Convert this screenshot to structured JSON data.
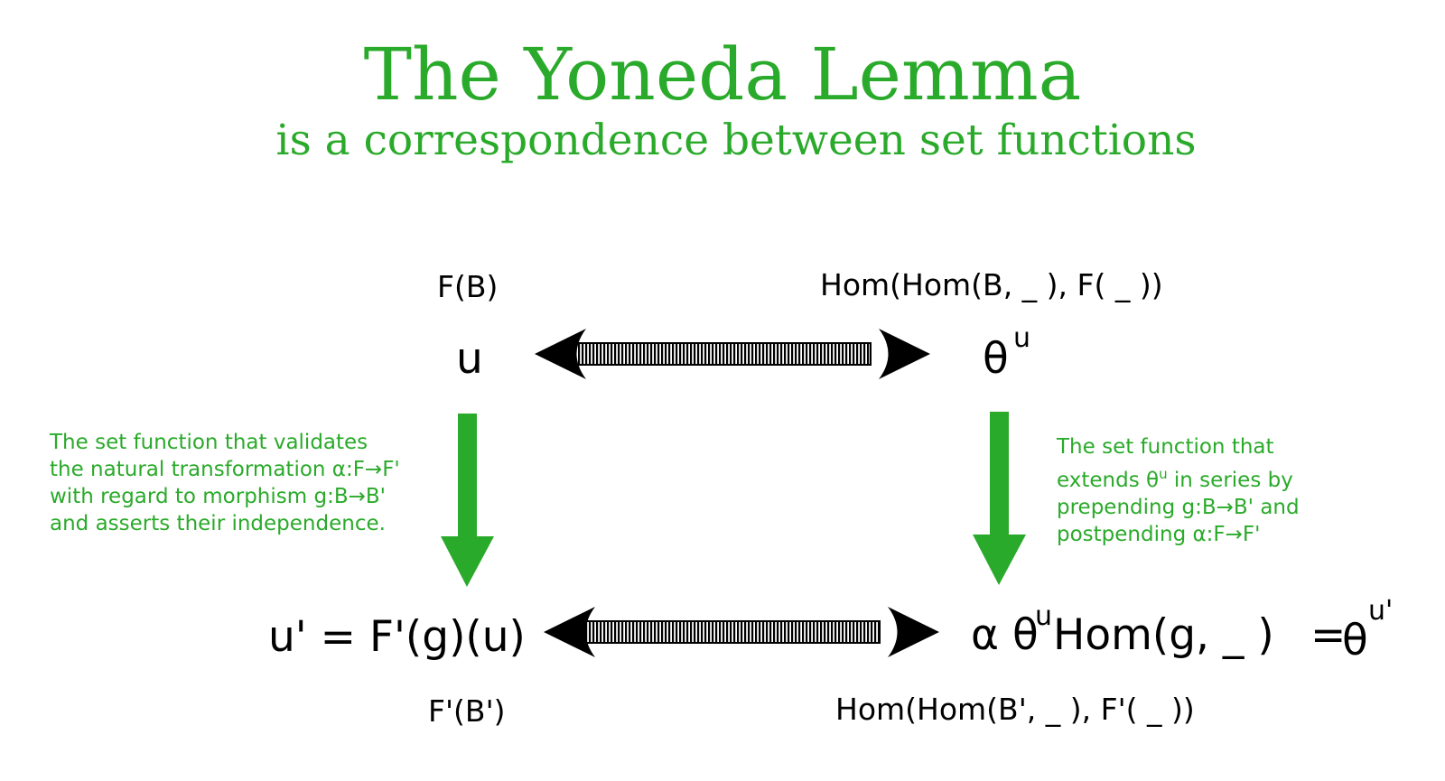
{
  "title": "The Yoneda Lemma",
  "subtitle": "is a correspondence between set functions",
  "colors": {
    "accent": "#2aaa2a",
    "text": "#000000"
  },
  "top_left": {
    "set_label": "F(B)",
    "element": "u"
  },
  "top_right": {
    "set_label": "Hom(Hom(B, _ ), F( _ ))",
    "element_base": "θ",
    "element_sup": "u"
  },
  "bottom_left": {
    "element": "u' = F'(g)(u)",
    "set_label": "F'(B')"
  },
  "bottom_right": {
    "alpha": "α",
    "theta": "θ",
    "theta_sup": "u",
    "hom": "Hom(g, _ )",
    "equals": "=",
    "result_base": "θ",
    "result_sup": "u'",
    "set_label": "Hom(Hom(B', _ ), F'( _ ))"
  },
  "left_note": {
    "lines": [
      "The set function that validates",
      "the natural transformation α:F→F'",
      "with regard to morphism g:B→B'",
      "and asserts their independence."
    ]
  },
  "right_note": {
    "line1": "The set function that",
    "line2_before": "extends θ",
    "line2_sup": "u",
    "line2_after": " in series by",
    "line3": "prepending g:B→B' and",
    "line4": "postpending α:F→F'"
  },
  "icons": [
    "double-headed-arrow-icon",
    "down-arrow-icon"
  ]
}
